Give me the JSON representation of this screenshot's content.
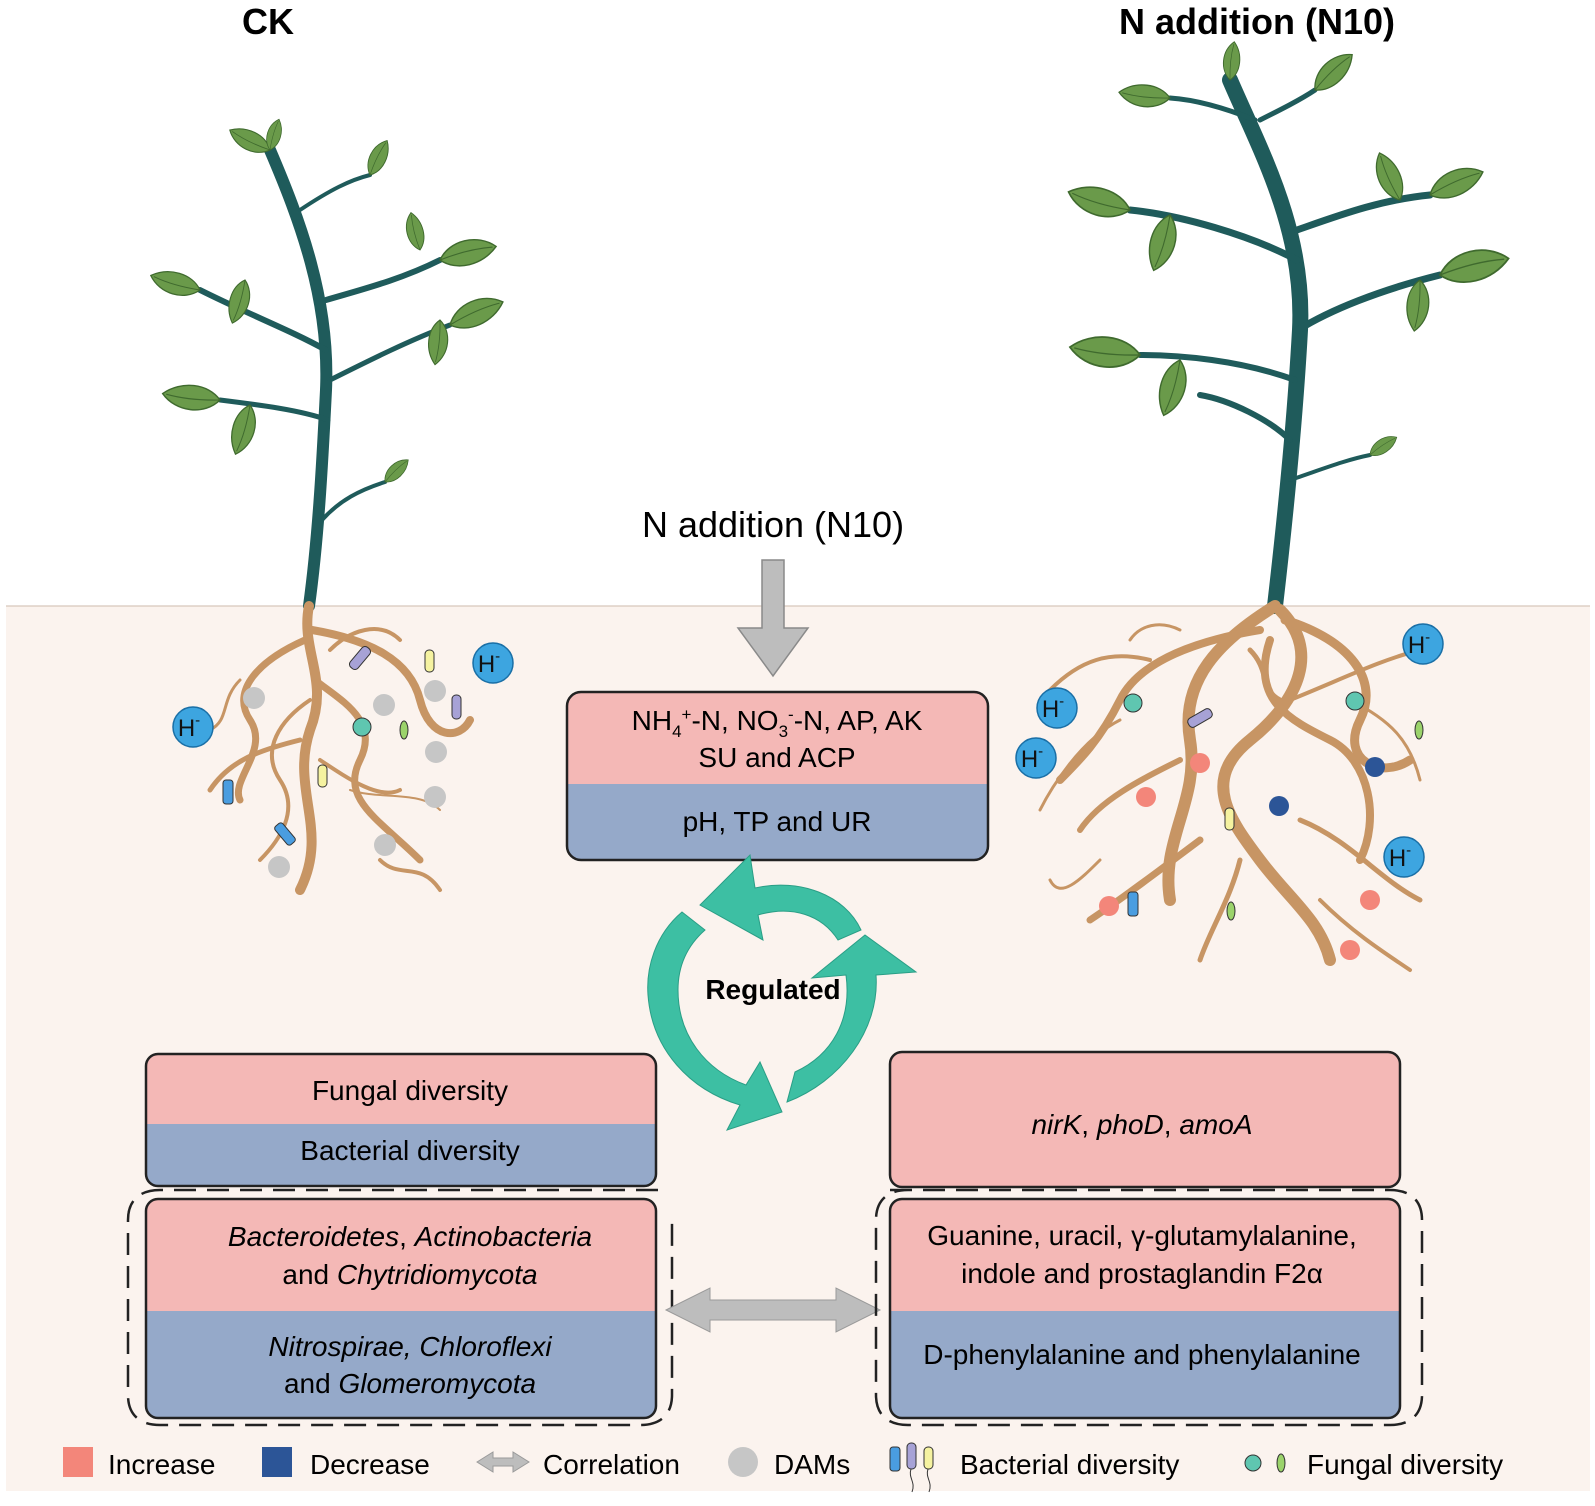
{
  "titles": {
    "left": "CK",
    "right": "N addition (N10)"
  },
  "treatment": {
    "arrow_label": "N addition (N10)"
  },
  "soil_box": {
    "increase_line1_a": "NH",
    "increase_line1_sub1": "4",
    "increase_line1_sup1": "+",
    "increase_line1_b": "-N, NO",
    "increase_line1_sub2": "3",
    "increase_line1_sup2": "-",
    "increase_line1_c": "-N, AP, AK",
    "increase_line2": "SU and ACP",
    "decrease": "pH, TP and UR"
  },
  "cycle_label": "Regulated",
  "ion": {
    "base": "H",
    "sup": "-"
  },
  "left_box": {
    "fungal": "Fungal diversity",
    "bacterial": "Bacterial diversity",
    "taxa_up_1": "Bacteroidetes",
    "taxa_up_2": ", ",
    "taxa_up_3": "Actinobacteria",
    "taxa_up_4": "and ",
    "taxa_up_5": "Chytridiomycota",
    "taxa_down_1": "Nitrospirae, Chloroflexi",
    "taxa_down_2": "and ",
    "taxa_down_3": "Glomeromycota"
  },
  "right_box": {
    "genes_1": "nirK",
    "genes_2": ", ",
    "genes_3": "phoD",
    "genes_4": ", ",
    "genes_5": "amoA",
    "metab_up_1": "Guanine, uracil, γ-glutamylalanine,",
    "metab_up_2": "indole and prostaglandin F2α",
    "metab_down": "D-phenylalanine and phenylalanine"
  },
  "legend": {
    "increase": "Increase",
    "decrease": "Decrease",
    "correlation": "Correlation",
    "dams": "DAMs",
    "bacterial": "Bacterial diversity",
    "fungal": "Fungal diversity"
  },
  "colors": {
    "increase_box": "#f4b8b6",
    "decrease_box": "#95a9c9",
    "increase_marker": "#f3867a",
    "decrease_marker": "#2c5597",
    "soil": "#fbf3ee",
    "root": "#c79564",
    "stem": "#1f5b5b",
    "leaf": "#6a9a4a",
    "cycle": "#3dbfa3",
    "gray_arrow": "#bdbdbd",
    "ion": "#3da5e0",
    "dam": "#c6c6c6"
  }
}
